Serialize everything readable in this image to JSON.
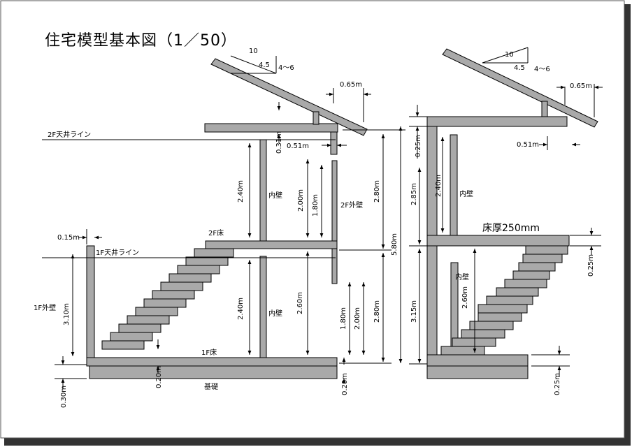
{
  "title": "住宅模型基本図（1／50）",
  "colors": {
    "member_fill": "#a9a9a9",
    "frame_shadow": "#333333",
    "line": "#000000"
  },
  "labels": {
    "slope_10_left": "10",
    "slope_45_left": "4.5",
    "slope_pitch_left": "4〜6",
    "slope_10_right": "10",
    "slope_45_right": "4.5",
    "slope_pitch_right": "4〜6",
    "dim_065_left": "0.65m",
    "dim_065_right": "0.65m",
    "dim_051_left": "0.51m",
    "dim_051_right": "0.51m",
    "dim_031": "0.31m",
    "dim_015": "0.15m",
    "ceiling_2f": "2F天井ライン",
    "ceiling_1f": "1F天井ライン",
    "floor_2f": "2F床",
    "floor_1f": "1F床",
    "inner_wall_2f": "内壁",
    "inner_wall_1f": "内壁",
    "inner_wall_right_2f": "内壁",
    "inner_wall_right_1f": "内壁",
    "outer_wall_2f": "2F外壁",
    "outer_wall_1f": "1F外壁",
    "foundation": "基礎",
    "floor_thickness": "床厚250mm",
    "dim_240_2f": "2.40m",
    "dim_200_2f": "2.00m",
    "dim_180_2f": "1.80m",
    "dim_280_2f": "2.80m",
    "dim_580": "5.80m",
    "dim_240_1f": "2.40m",
    "dim_260_1f": "2.60m",
    "dim_180_1f": "1.80m",
    "dim_200_1f": "2.00m",
    "dim_280_1f": "2.80m",
    "dim_310": "3.10m",
    "dim_020_a": "0.20m",
    "dim_020_b": "0.20m",
    "dim_030": "0.30m",
    "dim_025_top": "0.25m",
    "dim_285": "2.85m",
    "dim_240_right": "2.40m",
    "dim_315": "3.15m",
    "dim_260_right": "2.60m",
    "dim_025_mid": "0.25m",
    "dim_025_bottom": "0.25m"
  }
}
